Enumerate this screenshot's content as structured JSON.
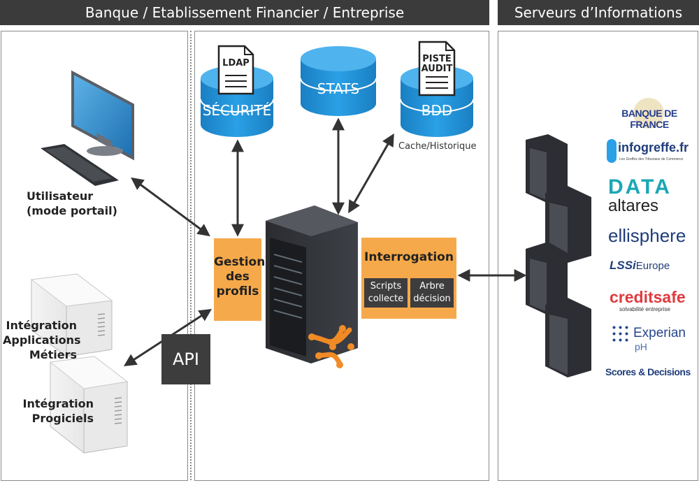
{
  "headers": {
    "left": "Banque / Etablissement Financier / Entreprise",
    "right": "Serveurs d’Informations"
  },
  "databases": {
    "securite": {
      "label": "SÉCURITÉ",
      "doc": "LDAP"
    },
    "stats": {
      "label": "STATS"
    },
    "bdd": {
      "label": "BDD",
      "doc_line1": "PISTE",
      "doc_line2": "AUDIT",
      "caption": "Cache/Historique"
    }
  },
  "clients": {
    "user_line1": "Utilisateur",
    "user_line2": "(mode portail)",
    "integration_line1": "Intégration",
    "integration_line2": "Applications",
    "integration_line3": "Métiers",
    "progiciels_line1": "Intégration",
    "progiciels_line2": "Progiciels"
  },
  "gestion": {
    "line1": "Gestion",
    "line2": "des",
    "line3": "profils"
  },
  "api": {
    "label": "API"
  },
  "interrogation": {
    "title": "Interrogation",
    "scripts_line1": "Scripts",
    "scripts_line2": "collecte",
    "arbre_line1": "Arbre",
    "arbre_line2": "décision"
  },
  "providers": {
    "banque_de_france": "BANQUE DE FRANCE",
    "infogreffe": "infogreffe.fr",
    "infogreffe_sub": "Les Greffes des Tribunaux de Commerce",
    "data": "DATA",
    "altares": "altares",
    "ellisphere": "ellisphere",
    "lssi_a": "LSSi",
    "lssi_b": "Europe",
    "creditsafe": "creditsafe",
    "creditsafe_sub": "solvabilité entreprise",
    "experian": "Experian",
    "experian_sub": "pH",
    "scores": "Scores & Decisions"
  },
  "colors": {
    "header_bg": "#3b3b3b",
    "cylinder": "#1e8fd6",
    "orange_box": "#f6a94a",
    "arrow": "#333333"
  },
  "icons": [
    "desktop-computer-icon",
    "keyboard-icon",
    "server-tower-icon",
    "server-rack-icon",
    "document-icon",
    "logo-mark-icon"
  ]
}
